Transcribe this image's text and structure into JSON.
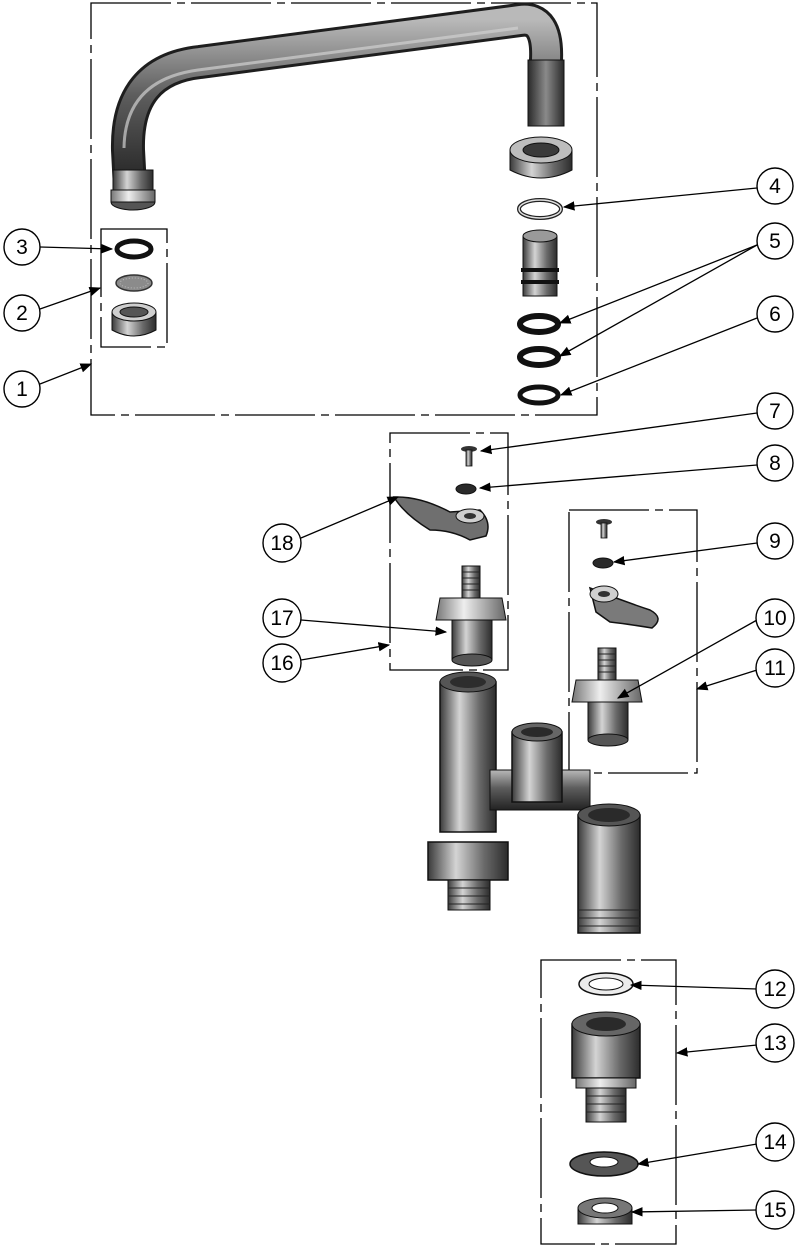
{
  "callouts": [
    {
      "id": "c1",
      "label": "1"
    },
    {
      "id": "c2",
      "label": "2"
    },
    {
      "id": "c3",
      "label": "3"
    },
    {
      "id": "c4",
      "label": "4"
    },
    {
      "id": "c5",
      "label": "5"
    },
    {
      "id": "c6",
      "label": "6"
    },
    {
      "id": "c7",
      "label": "7"
    },
    {
      "id": "c8",
      "label": "8"
    },
    {
      "id": "c9",
      "label": "9"
    },
    {
      "id": "c10",
      "label": "10"
    },
    {
      "id": "c11",
      "label": "11"
    },
    {
      "id": "c12",
      "label": "12"
    },
    {
      "id": "c13",
      "label": "13"
    },
    {
      "id": "c14",
      "label": "14"
    },
    {
      "id": "c15",
      "label": "15"
    },
    {
      "id": "c16",
      "label": "16"
    },
    {
      "id": "c17",
      "label": "17"
    },
    {
      "id": "c18",
      "label": "18"
    }
  ],
  "colors": {
    "line": "#000000",
    "part_dark": "#3a3a3a",
    "part_mid": "#7a7a7a",
    "part_light": "#c8c8c8"
  },
  "icons": [
    "swing-spout",
    "aerator",
    "cartridge",
    "lever-handle",
    "deck-body",
    "supply-shank"
  ]
}
